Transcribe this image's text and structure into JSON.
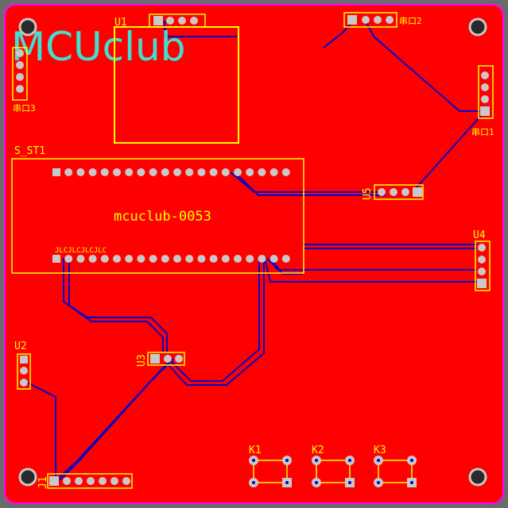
{
  "logo_text": "MCUclub",
  "board_label": "mcuclub-0053",
  "designators": {
    "u1": "U1",
    "s_st1": "S_ST1",
    "u2": "U2",
    "u3": "U3",
    "u4": "U4",
    "u5": "U5",
    "j1": "J1",
    "k1": "K1",
    "k2": "K2",
    "k3": "K3",
    "port1": "串口1",
    "port2": "串口2",
    "port3": "串口3"
  },
  "module_bottom_text": "JLCJLCJLCJLC",
  "colors": {
    "background": "#6b6b6b",
    "board": "#ff0000",
    "board_outline": "#ff00ff",
    "silkscreen": "#ffff00",
    "trace": "#0000cc",
    "pad": "#c8c8c8",
    "logo": "#40e0d0",
    "label_gray": "#d0d0d0"
  }
}
